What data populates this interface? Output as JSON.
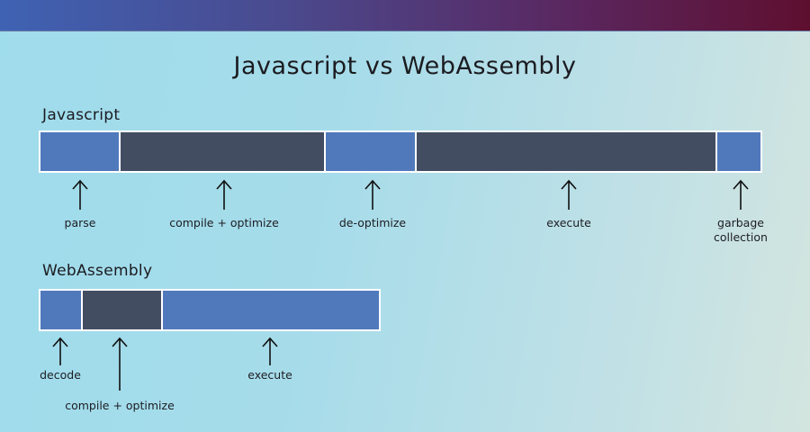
{
  "title": "Javascript vs WebAssembly",
  "colors": {
    "segment_blue": "#5079bc",
    "segment_dark": "#434d61",
    "header_start": "#3f62b3",
    "header_end": "#5e0f2f"
  },
  "javascript": {
    "label": "Javascript",
    "segments": [
      {
        "color": "blue",
        "share": 0.11
      },
      {
        "color": "dark",
        "share": 0.285
      },
      {
        "color": "blue",
        "share": 0.125
      },
      {
        "color": "dark",
        "share": 0.42
      },
      {
        "color": "blue",
        "share": 0.06
      }
    ],
    "stages": [
      "parse",
      "compile + optimize",
      "de-optimize",
      "execute",
      "garbage\ncollection"
    ]
  },
  "webassembly": {
    "label": "WebAssembly",
    "segments": [
      {
        "color": "blue",
        "share": 0.12
      },
      {
        "color": "dark",
        "share": 0.235
      },
      {
        "color": "blue",
        "share": 0.645
      }
    ],
    "stages": [
      "decode",
      "compile + optimize",
      "execute"
    ]
  }
}
